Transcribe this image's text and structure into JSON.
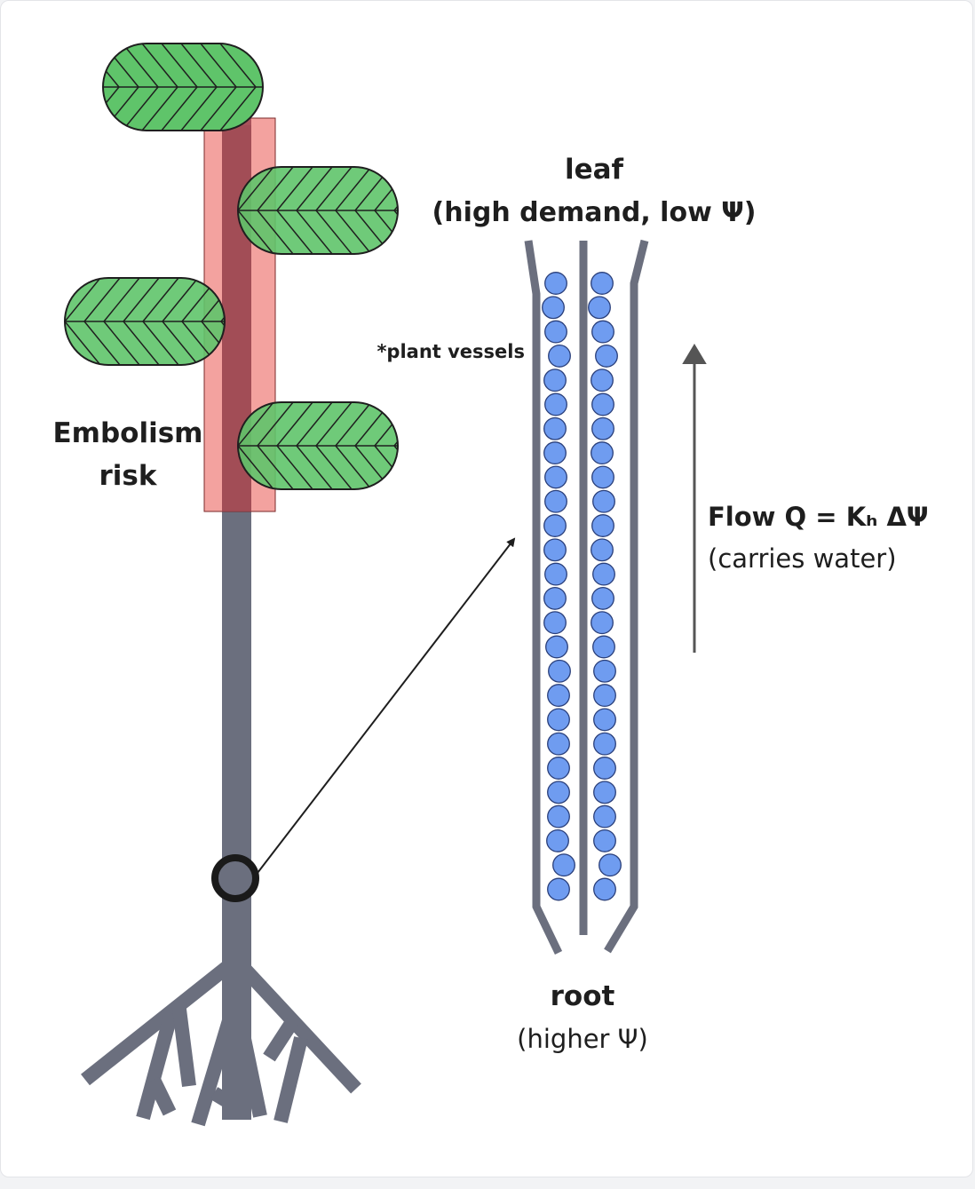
{
  "labels": {
    "embolism_line1": "Embolism",
    "embolism_line2": "risk",
    "vessels_note": "*plant vessels",
    "leaf_title": "leaf",
    "leaf_subtitle": "(high demand, low Ψ)",
    "flow_title": "Flow Q = Kₕ ΔΨ",
    "flow_subtitle": "(carries water)",
    "root_title": "root",
    "root_subtitle": "(higher Ψ)"
  },
  "colors": {
    "stem": "#6b6f7e",
    "leaf_fill": "#5fc46a",
    "leaf_stroke": "#1f1f1f",
    "embolism_fill": "#ee7e7a",
    "embolism_overlap": "#9b4550",
    "bubble_fill": "#6f9cf0",
    "bubble_stroke": "#2a3f7a",
    "arrow": "#555555"
  },
  "icons": {
    "leaves": "leaf-icon",
    "ring": "sample-point-ring",
    "bubbles": "water-bubble"
  }
}
